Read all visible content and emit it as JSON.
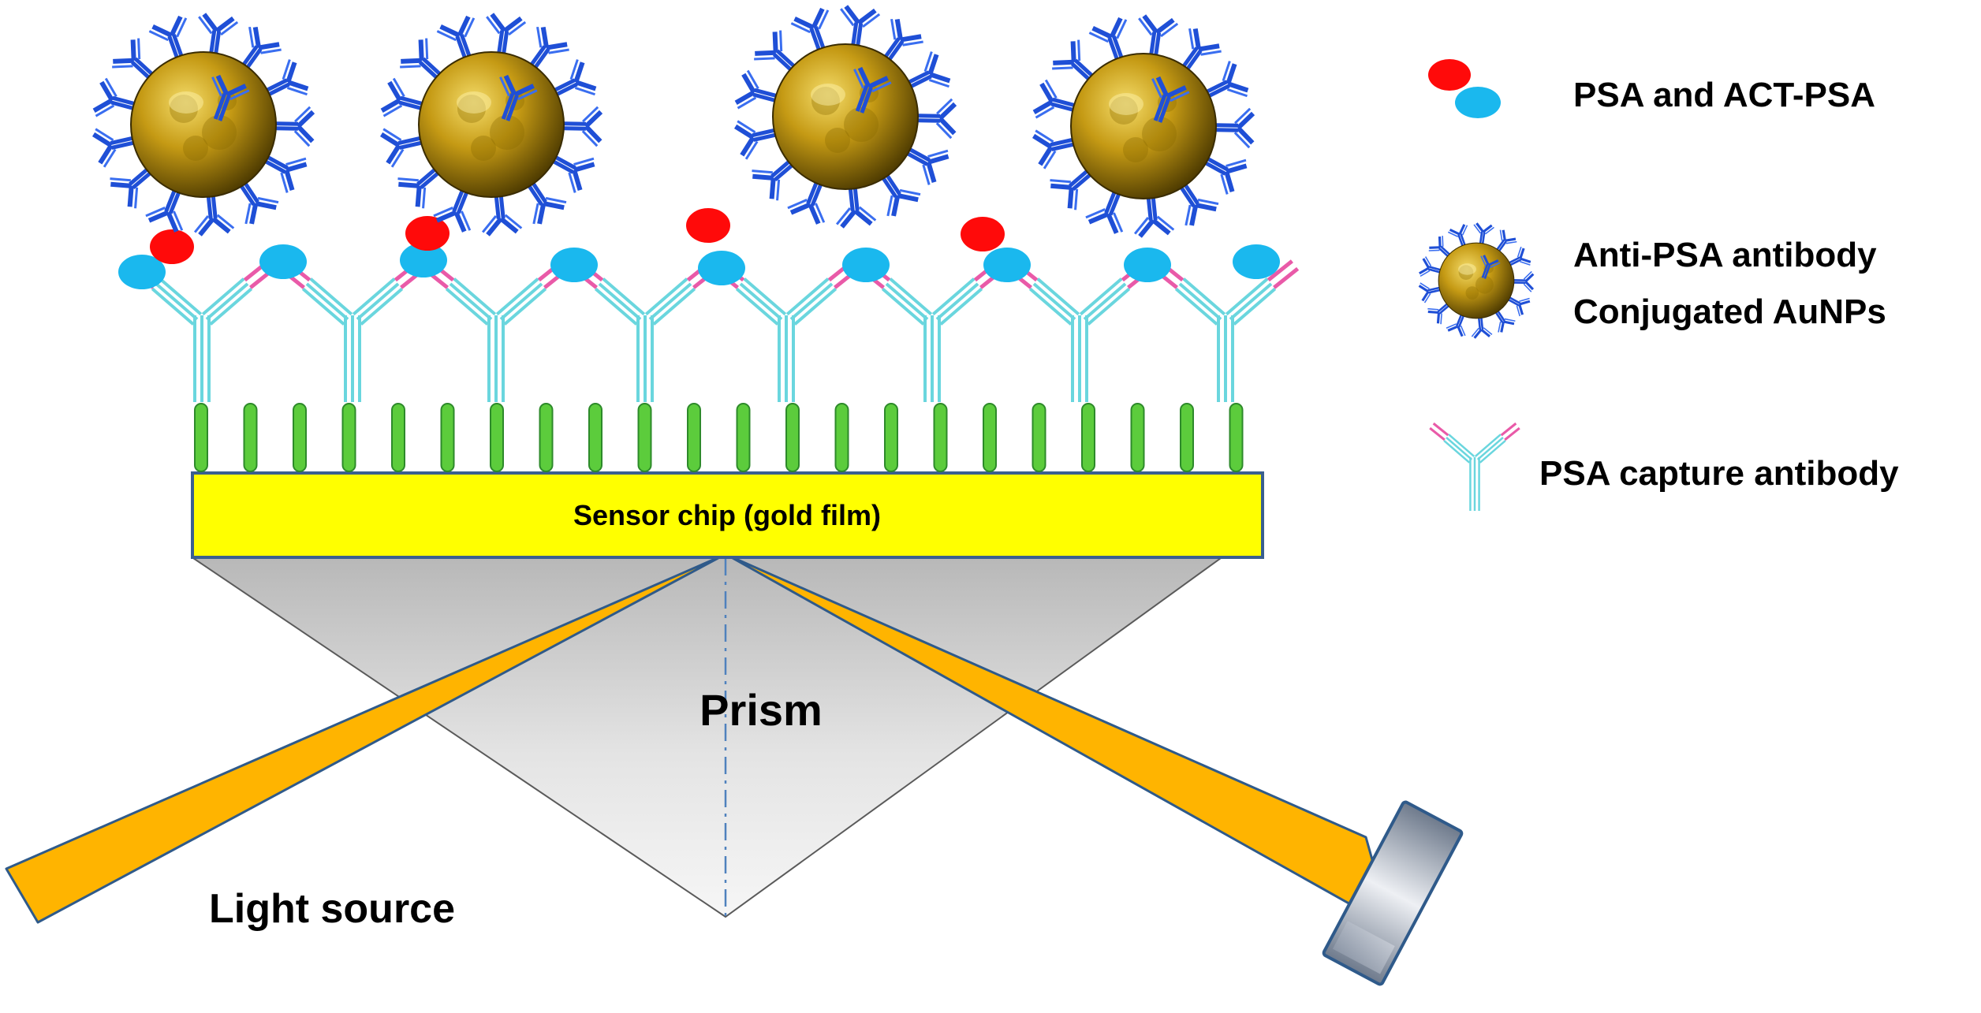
{
  "labels": {
    "chip": "Sensor chip (gold film)",
    "prism": "Prism",
    "light_source": "Light source"
  },
  "legend": {
    "psa": "PSA and ACT-PSA",
    "aunp_line1": "Anti-PSA antibody",
    "aunp_line2": "Conjugated AuNPs",
    "capture": "PSA capture antibody"
  },
  "colors": {
    "chip_fill": "#ffff00",
    "chip_stroke": "#3a5f8f",
    "beam": "#ffb400",
    "beam_stroke": "#2f5a8a",
    "prism_light": "#f0f0f0",
    "prism_dark": "#b4b4b4",
    "linker": "#5ccc3c",
    "linker_stroke": "#2d8a2a",
    "capture_stem": "#6ad6de",
    "capture_tip": "#e95aa8",
    "psa": "#ff0a0a",
    "act": "#1ab8ee",
    "antibody": "#1f4fd6",
    "gold_light": "#e8c84a",
    "gold_dark": "#4a3800"
  },
  "icons": {
    "nanoparticle": "aunp-icon",
    "capture_antibody": "y-antibody-icon",
    "analyte": "psa-pair-icon",
    "detector": "detector-icon"
  }
}
